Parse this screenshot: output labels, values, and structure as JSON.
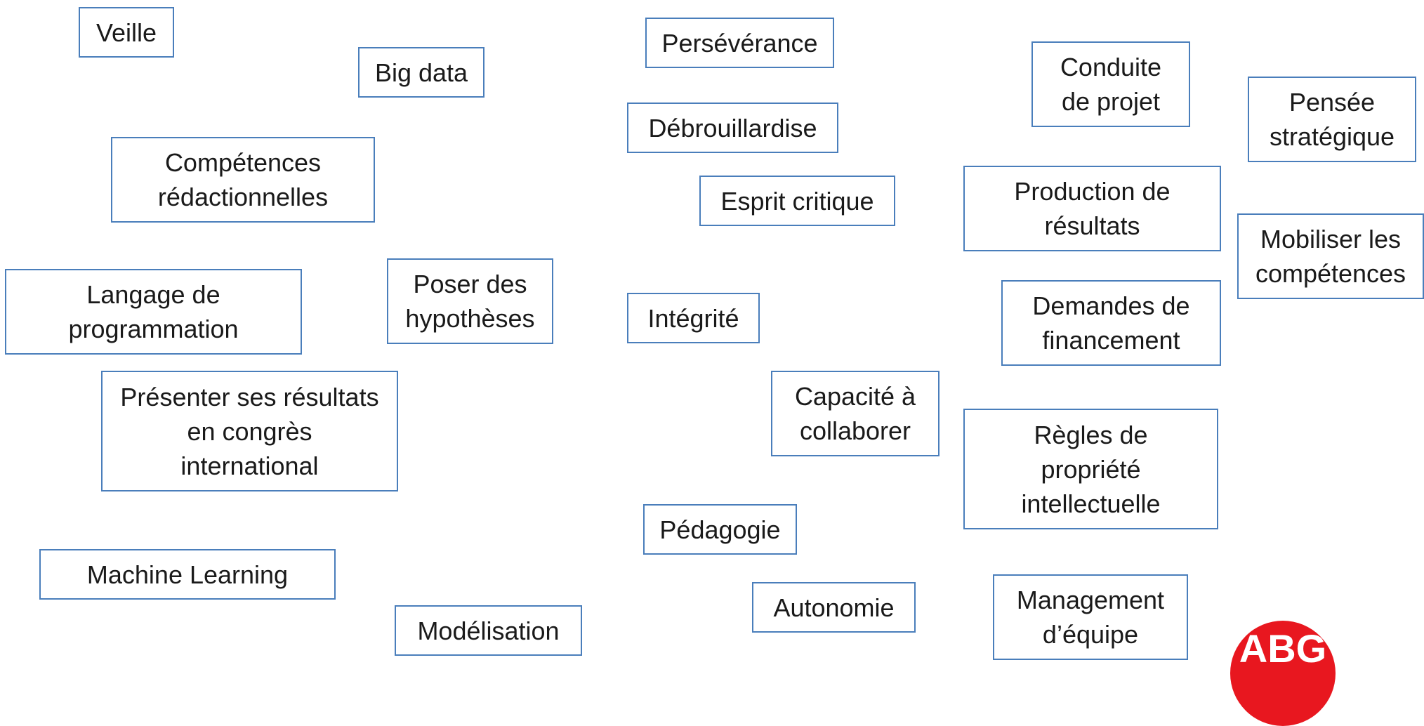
{
  "boxes": {
    "veille": "Veille",
    "big_data": "Big data",
    "competences_redactionnelles": "Compétences\nrédactionnelles",
    "langage_programmation": "Langage de\nprogrammation",
    "poser_hypotheses": "Poser des\nhypothèses",
    "presenter_resultats": "Présenter ses résultats\nen congrès\ninternational",
    "machine_learning": "Machine Learning",
    "modelisation": "Modélisation",
    "perseverance": "Persévérance",
    "debrouillardise": "Débrouillardise",
    "esprit_critique": "Esprit critique",
    "integrite": "Intégrité",
    "capacite_collaborer": "Capacité à\ncollaborer",
    "pedagogie": "Pédagogie",
    "autonomie": "Autonomie",
    "conduite_projet": "Conduite\nde projet",
    "production_resultats": "Production de\nrésultats",
    "demandes_financement": "Demandes de\nfinancement",
    "regles_propriete": "Règles de\npropriété\nintellectuelle",
    "management_equipe": "Management\nd’équipe",
    "pensee_strategique": "Pensée\nstratégique",
    "mobiliser_competences": "Mobiliser les\ncompétences"
  },
  "logo": {
    "text": "ABG",
    "color": "#e8171f"
  },
  "colors": {
    "box_border": "#4a7ebb",
    "text": "#1a1a1a",
    "background": "#ffffff"
  }
}
